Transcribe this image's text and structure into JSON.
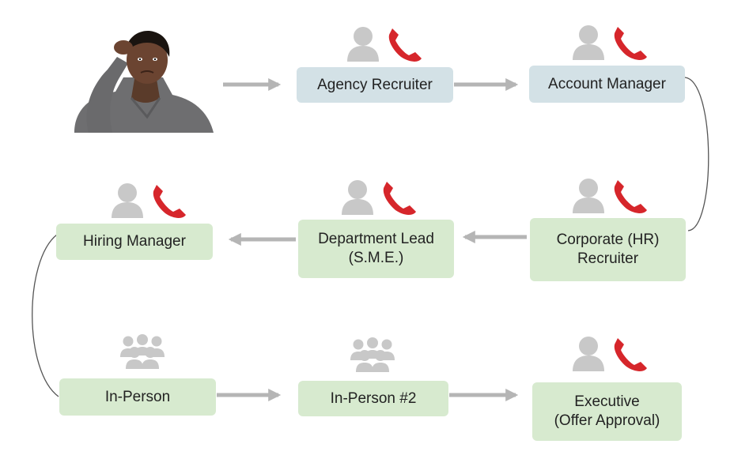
{
  "nodes": {
    "agency_recruiter": "Agency Recruiter",
    "account_manager": "Account Manager",
    "corporate_recruiter": "Corporate (HR)\nRecruiter",
    "department_lead": "Department Lead\n(S.M.E.)",
    "hiring_manager": "Hiring Manager",
    "in_person": "In-Person",
    "in_person_2": "In-Person #2",
    "executive": "Executive\n(Offer Approval)"
  },
  "icons": {
    "person": "person-icon",
    "phone": "phone-icon",
    "group": "group-icon",
    "photo": "confused-woman-photo"
  },
  "colors": {
    "blue_box": "#d3e1e6",
    "green_box": "#d7eacf",
    "arrow": "#b5b5b5",
    "person_icon": "#c8c8c8",
    "phone_icon": "#d6262b",
    "curve": "#555555"
  }
}
